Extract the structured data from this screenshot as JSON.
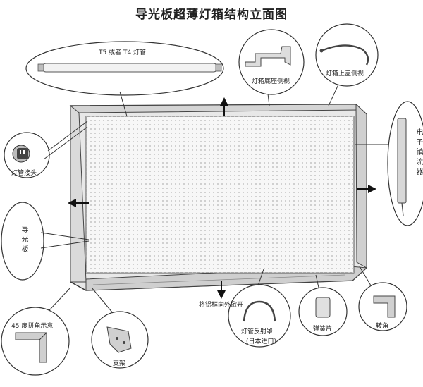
{
  "title": "导光板超薄灯箱结构立面图",
  "labels": {
    "tube": "T5 或者 T4 灯管",
    "base_side": "灯箱底座侧视",
    "cover_side": "灯箱上盖侧视",
    "connector": "灯管接头",
    "ballast": "电子镇流器",
    "light_guide": "导光板",
    "frame_open": "将铝框向外掀开",
    "reflector": "灯管反射罩",
    "reflector_note": "(日本进口)",
    "spring": "弹簧片",
    "corner": "转角",
    "bracket": "支架",
    "miter": "45 度拼角示意"
  },
  "colors": {
    "outline": "#333333",
    "frame_fill": "#e6e6e6",
    "panel_fill": "#f7f7f7",
    "dot": "#c4c4c4"
  }
}
